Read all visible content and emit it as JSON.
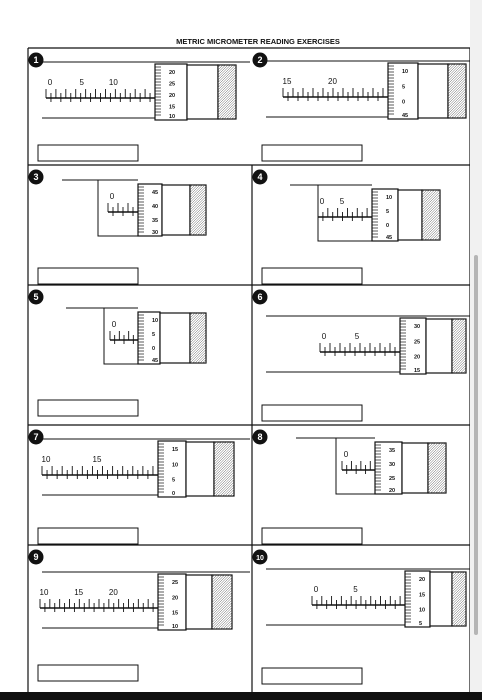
{
  "worksheet": {
    "title": "METRIC MICROMETER READING EXERCISES",
    "exercises": [
      {
        "number": "1",
        "sleeve_labels": [
          "0",
          "5",
          "10"
        ],
        "thimble_labels": [
          "20",
          "25",
          "20",
          "15",
          "10"
        ]
      },
      {
        "number": "2",
        "sleeve_labels": [
          "15",
          "20"
        ],
        "thimble_labels": [
          "10",
          "5",
          "0",
          "45"
        ]
      },
      {
        "number": "3",
        "sleeve_labels": [
          "0"
        ],
        "thimble_labels": [
          "45",
          "40",
          "35",
          "30"
        ]
      },
      {
        "number": "4",
        "sleeve_labels": [
          "0",
          "5"
        ],
        "thimble_labels": [
          "10",
          "5",
          "0",
          "45"
        ]
      },
      {
        "number": "5",
        "sleeve_labels": [
          "0"
        ],
        "thimble_labels": [
          "10",
          "5",
          "0",
          "45"
        ]
      },
      {
        "number": "6",
        "sleeve_labels": [
          "0",
          "5"
        ],
        "thimble_labels": [
          "30",
          "25",
          "20",
          "15"
        ]
      },
      {
        "number": "7",
        "sleeve_labels": [
          "10",
          "15"
        ],
        "thimble_labels": [
          "15",
          "10",
          "5",
          "0"
        ]
      },
      {
        "number": "8",
        "sleeve_labels": [
          "0"
        ],
        "thimble_labels": [
          "35",
          "30",
          "25",
          "20"
        ]
      },
      {
        "number": "9",
        "sleeve_labels": [
          "10",
          "15",
          "20"
        ],
        "thimble_labels": [
          "25",
          "20",
          "15",
          "10"
        ]
      },
      {
        "number": "10",
        "sleeve_labels": [
          "0",
          "5"
        ],
        "thimble_labels": [
          "20",
          "15",
          "10",
          "5"
        ]
      }
    ]
  }
}
